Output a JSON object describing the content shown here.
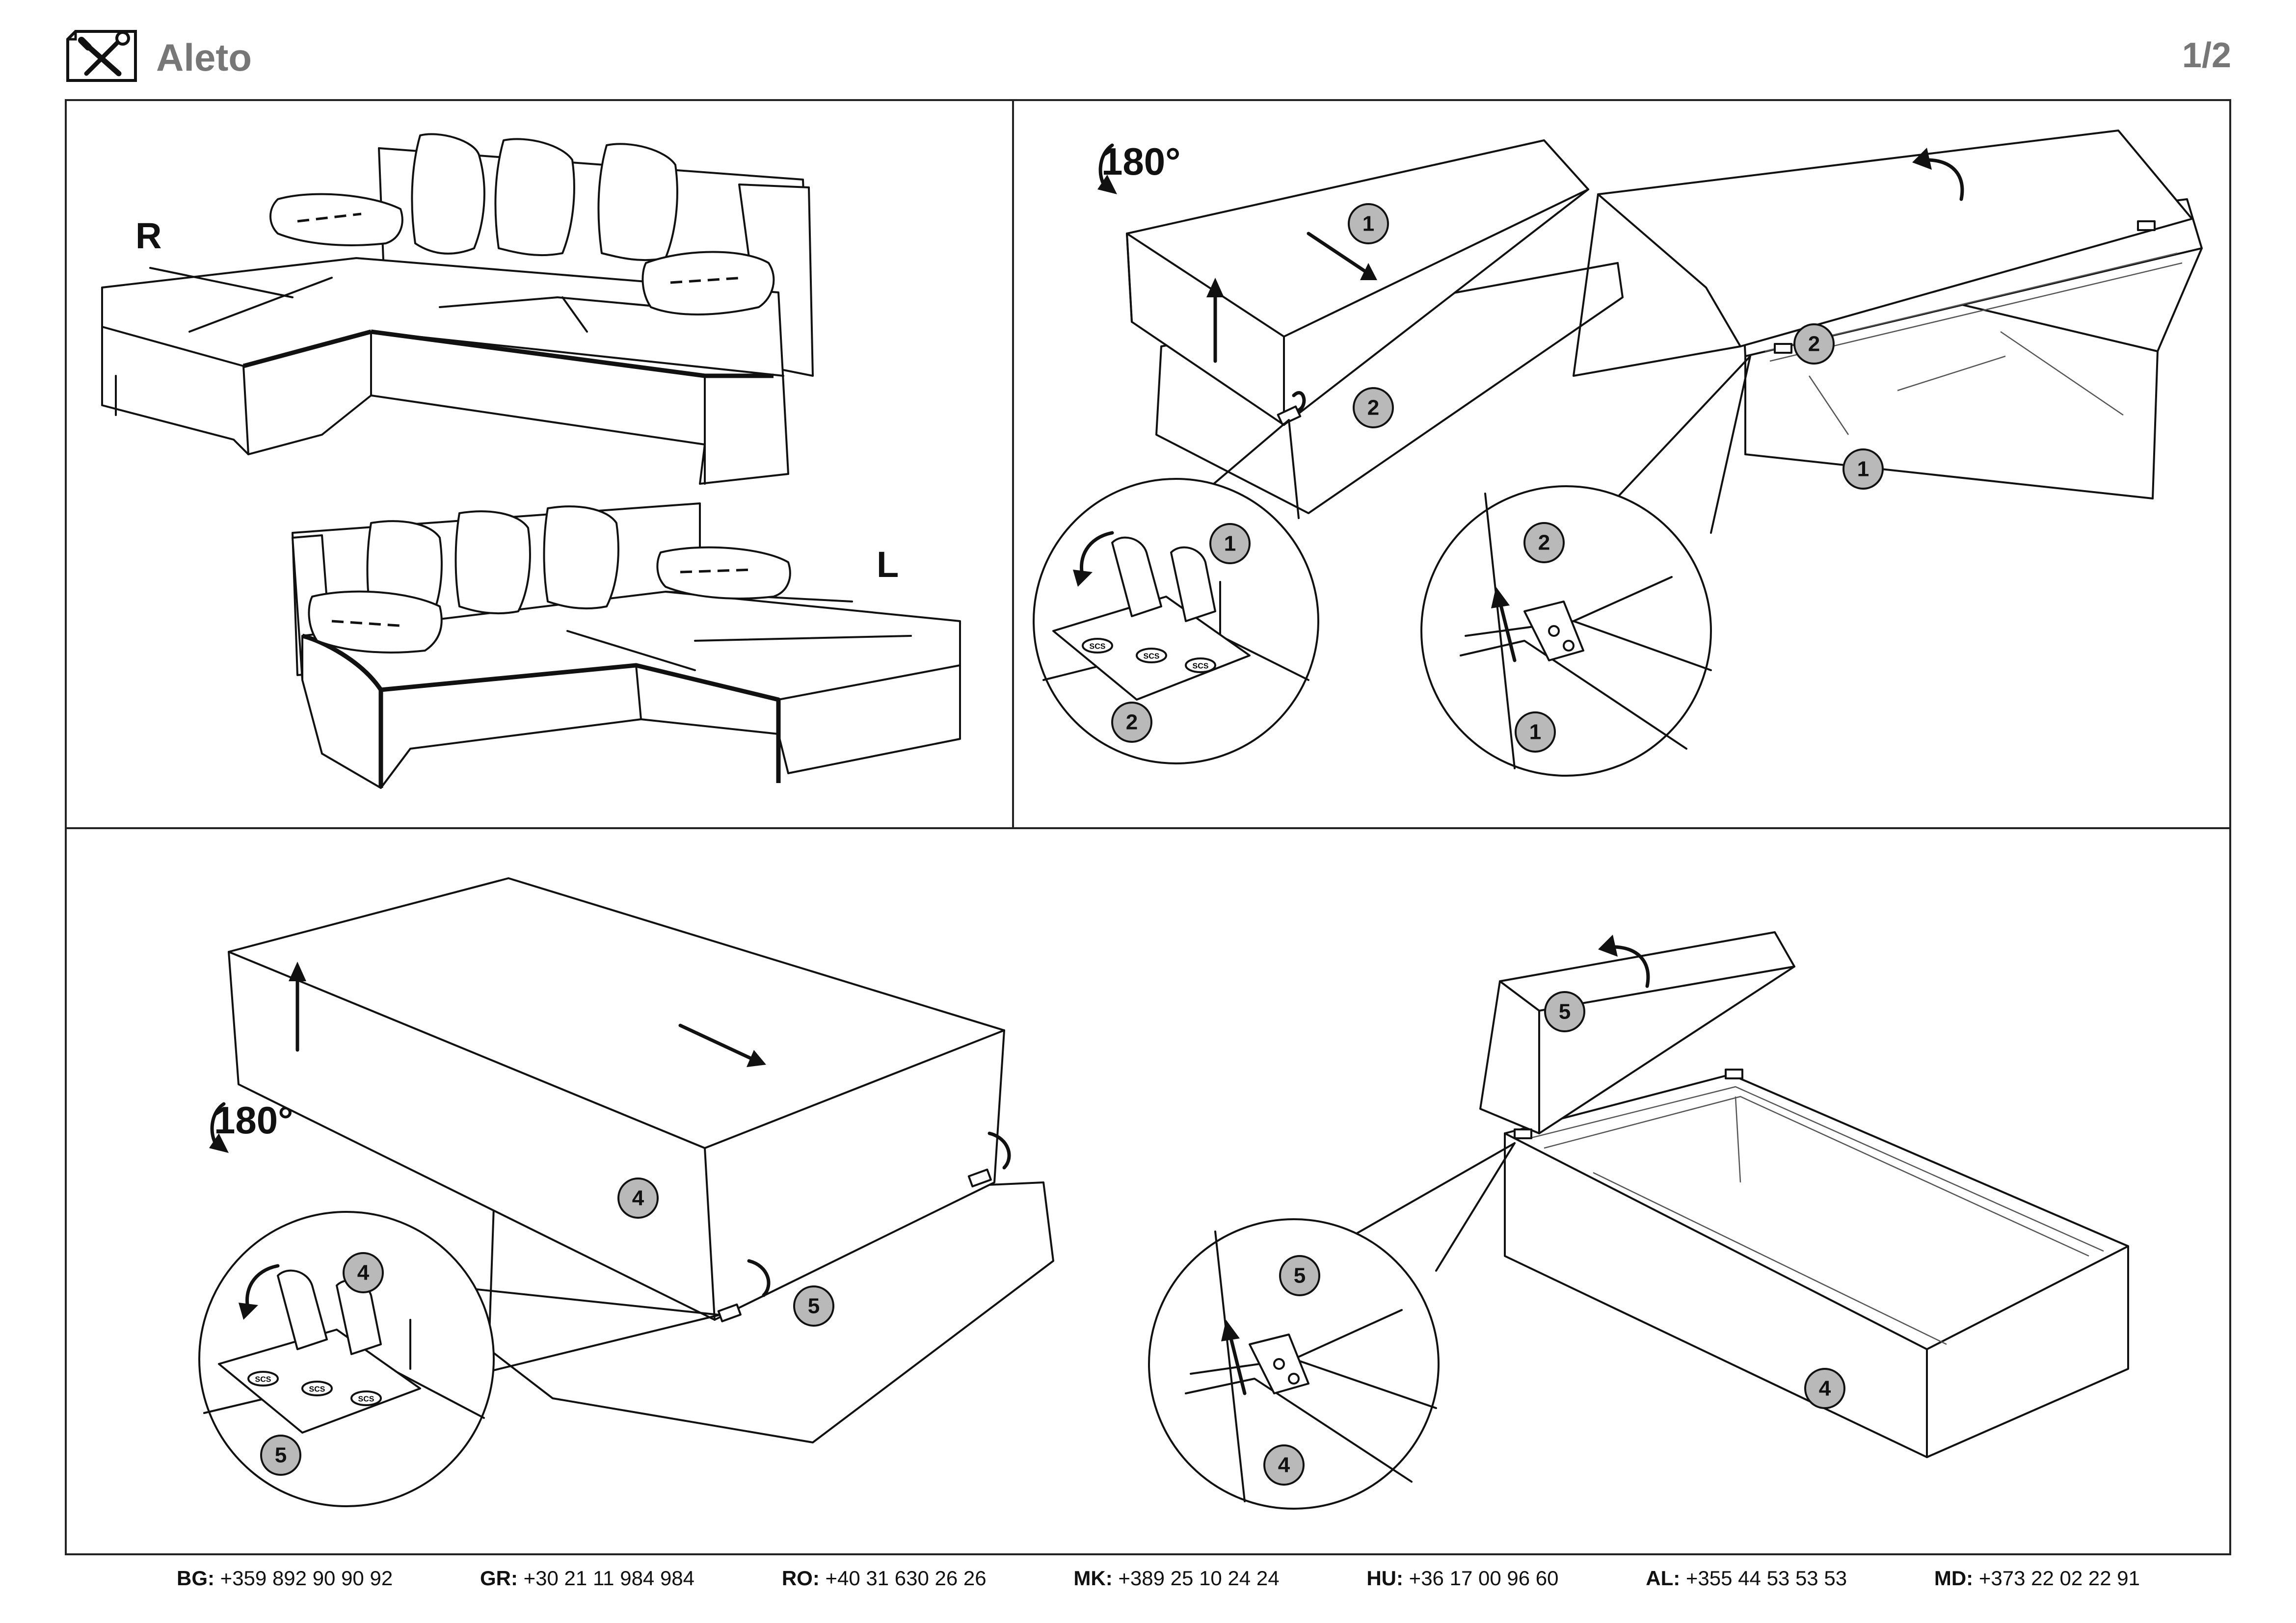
{
  "header": {
    "title": "Aleto",
    "page": "1/2",
    "icon": "tools-icon"
  },
  "panel_sofas": {
    "labels": {
      "right": "R",
      "left": "L"
    }
  },
  "panel_top_right": {
    "rotation": "180°",
    "badges": [
      "1",
      "2",
      "1",
      "2",
      "2",
      "1",
      "2",
      "1"
    ]
  },
  "panel_bottom": {
    "rotation": "180°",
    "badges": [
      "4",
      "5",
      "4",
      "5",
      "5",
      "4",
      "5",
      "4"
    ]
  },
  "hinge_label": "SCS",
  "footer": {
    "contacts": [
      {
        "code": "BG:",
        "phone": "+359 892 90 90 92"
      },
      {
        "code": "GR:",
        "phone": "+30 21 11 984 984"
      },
      {
        "code": "RO:",
        "phone": "+40 31 630 26 26"
      },
      {
        "code": "MK:",
        "phone": "+389 25 10 24 24"
      },
      {
        "code": "HU:",
        "phone": "+36 17 00 96 60"
      },
      {
        "code": "AL:",
        "phone": "+355 44 53 53 53"
      },
      {
        "code": "MD:",
        "phone": "+373 22 02 22 91"
      }
    ]
  }
}
